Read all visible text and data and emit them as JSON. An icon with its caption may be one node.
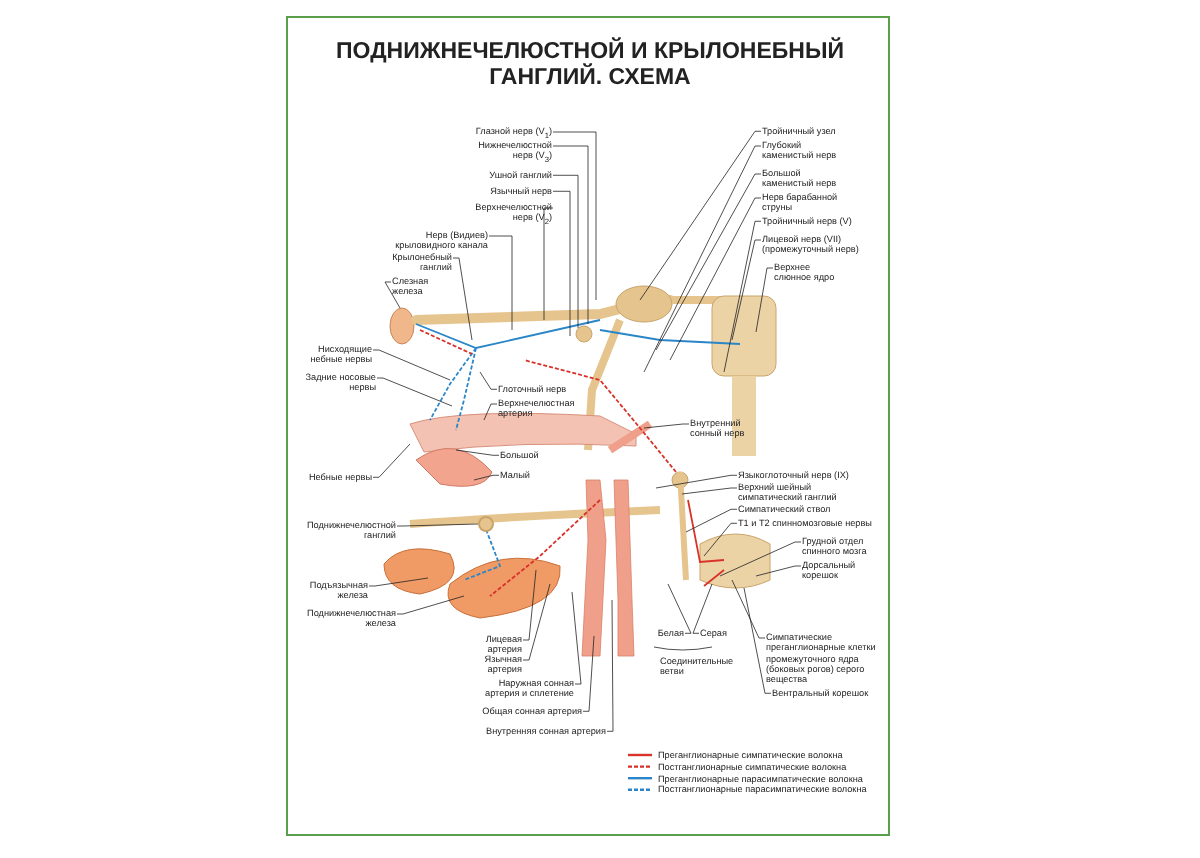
{
  "diagram": {
    "title": "ПОДНИЖНЕЧЕЛЮСТНОЙ И КРЫЛОНЕБНЫЙ ГАНГЛИЙ. СХЕМА",
    "nodes": [
      {
        "text": [
          "Глазной нерв (V$_{1}$)"
        ]
      },
      {
        "text": [
          "Нижнечелюстной нерв (V$_{3}$)"
        ]
      },
      {
        "text": [
          "Ушной ганглий"
        ]
      },
      {
        "text": [
          "Язычный нерв"
        ]
      },
      {
        "text": [
          "Верхнечелюстной нерв (V$_{2}$)"
        ]
      },
      {
        "text": [
          "Нерв (Видиев) крыловидного канала"
        ]
      },
      {
        "text": [
          "Крылонебный ганглий"
        ]
      },
      {
        "text": [
          "Слезная железа"
        ]
      },
      {
        "text": [
          "Нисходящие небные нервы"
        ]
      },
      {
        "text": [
          "Задние носовые нервы"
        ]
      },
      {
        "text": [
          "Глоточный нерв"
        ]
      },
      {
        "text": [
          "Верхнечелюстная артерия"
        ]
      },
      {
        "text": [
          "Небные нервы"
        ]
      },
      {
        "text": [
          "Большой"
        ]
      },
      {
        "text": [
          "Малый"
        ]
      },
      {
        "text": [
          "Поднижнечелюстной ганглий"
        ]
      },
      {
        "text": [
          "Подъязычная железа"
        ]
      },
      {
        "text": [
          "Поднижнечелюстная железа"
        ]
      },
      {
        "text": [
          "Лицевая артерия"
        ]
      },
      {
        "text": [
          "Язычная артерия"
        ]
      },
      {
        "text": [
          "Наружная сонная артерия и сплетение"
        ]
      },
      {
        "text": [
          "Общая сонная артерия"
        ]
      },
      {
        "text": [
          "Внутренняя сонная артерия"
        ]
      },
      {
        "text": [
          "Тройничный узел"
        ]
      },
      {
        "text": [
          "Глубокий каменистый нерв"
        ]
      },
      {
        "text": [
          "Большой каменистый нерв"
        ]
      },
      {
        "text": [
          "Нерв барабанной струны"
        ]
      },
      {
        "text": [
          "Тройничный нерв (V)"
        ]
      },
      {
        "text": [
          "Лицевой нерв (VII) (промежуточный нерв)"
        ]
      },
      {
        "text": [
          "Верхнее слюнное ядро"
        ]
      },
      {
        "text": [
          "Внутренний сонный нерв"
        ]
      },
      {
        "text": [
          "Языкоглоточный нерв (IX)"
        ]
      },
      {
        "text": [
          "Верхний шейный симпатический ганглий"
        ]
      },
      {
        "text": [
          "Симпатический ствол"
        ]
      },
      {
        "text": [
          "T1 и T2 спинномозговые нервы"
        ]
      },
      {
        "text": [
          "Грудной отдел спинного мозга"
        ]
      },
      {
        "text": [
          "Дорсальный корешок"
        ]
      },
      {
        "text": [
          "Белая"
        ]
      },
      {
        "text": [
          "Серая"
        ]
      },
      {
        "text": [
          "Симпатические преганглионарные клетки промежуточного ядра (боковых рогов) серого вещества"
        ]
      },
      {
        "text": [
          "Вентральный корешок"
        ]
      },
      {
        "text": [],
        "shape": "circle"
      }
    ],
    "edges": [
      {
        "from": 0,
        "to": null,
        "arrow": "none"
      },
      {
        "from": 1,
        "to": null,
        "arrow": "none"
      },
      {
        "from": 2,
        "to": null,
        "arrow": "none"
      },
      {
        "from": 3,
        "to": null,
        "arrow": "none"
      },
      {
        "from": 4,
        "to": null,
        "arrow": "none"
      },
      {
        "from": 5,
        "to": null,
        "arrow": "none"
      },
      {
        "from": 6,
        "to": null,
        "arrow": "none"
      },
      {
        "from": 7,
        "to": null,
        "arrow": "none"
      },
      {
        "from": 8,
        "to": null,
        "arrow": "none"
      },
      {
        "from": 9,
        "to": null,
        "arrow": "none"
      },
      {
        "from": 10,
        "to": null,
        "arrow": "none"
      },
      {
        "from": 11,
        "to": null,
        "arrow": "none"
      },
      {
        "from": 12,
        "to": null,
        "arrow": "none"
      },
      {
        "from": 13,
        "to": null,
        "arrow": "none"
      },
      {
        "from": 14,
        "to": null,
        "arrow": "none"
      },
      {
        "from": 15,
        "to": 41,
        "arrow": "none"
      },
      {
        "from": 16,
        "to": null,
        "arrow": "none"
      },
      {
        "from": 17,
        "to": null,
        "arrow": "none"
      },
      {
        "from": 18,
        "to": null,
        "arrow": "none"
      },
      {
        "from": 19,
        "to": null,
        "arrow": "none"
      },
      {
        "from": 20,
        "to": null,
        "arrow": "none"
      },
      {
        "from": 21,
        "to": null,
        "arrow": "none"
      },
      {
        "from": 22,
        "to": null,
        "arrow": "none"
      },
      {
        "from": 23,
        "to": null,
        "arrow": "none"
      },
      {
        "from": 24,
        "to": null,
        "arrow": "none"
      },
      {
        "from": 25,
        "to": null,
        "arrow": "none"
      },
      {
        "from": 26,
        "to": null,
        "arrow": "none"
      },
      {
        "from": 27,
        "to": null,
        "arrow": "none"
      },
      {
        "from": 28,
        "to": null,
        "arrow": "none"
      },
      {
        "from": 29,
        "to": null,
        "arrow": "none"
      },
      {
        "from": 30,
        "to": null,
        "arrow": "none"
      },
      {
        "from": 31,
        "to": null,
        "arrow": "none"
      },
      {
        "from": 32,
        "to": null,
        "arrow": "none"
      },
      {
        "from": 33,
        "to": null,
        "arrow": "none"
      },
      {
        "from": 34,
        "to": null,
        "arrow": "none"
      },
      {
        "from": 35,
        "to": null,
        "arrow": "none"
      },
      {
        "from": 36,
        "to": null,
        "arrow": "none"
      },
      {
        "from": 37,
        "to": null,
        "arrow": "none"
      },
      {
        "from": 38,
        "to": null,
        "arrow": "none"
      },
      {
        "from": 39,
        "to": null,
        "arrow": "none"
      },
      {
        "from": 40,
        "to": null,
        "arrow": "none"
      }
    ],
    "labels": [
      "Соединительные ветви"
    ],
    "legend": [
      {
        "text": "Преганглионарные симпатические волокна"
      },
      {
        "text": "Постганглионарные симпатические волокна"
      },
      {
        "text": "Преганглионарные парасимпатические волокна"
      },
      {
        "text": "Постганглионарные парасимпатические волокна"
      }
    ]
  }
}
